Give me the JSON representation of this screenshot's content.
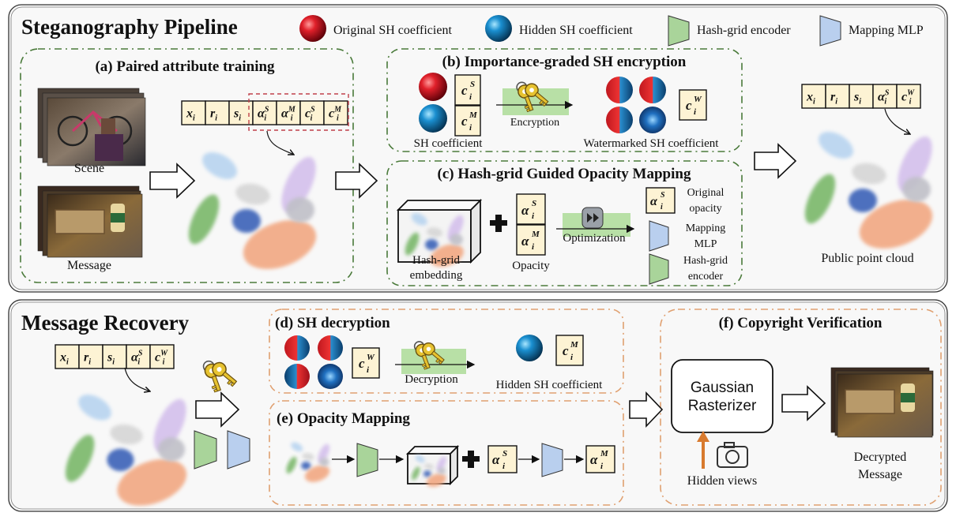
{
  "pipeline": {
    "title": "Steganography Pipeline",
    "legend": [
      {
        "label": "Original SH coefficient",
        "icon": "red-sphere-icon"
      },
      {
        "label": "Hidden SH coefficient",
        "icon": "blue-sphere-icon"
      },
      {
        "label": "Hash-grid encoder",
        "icon": "green-trapezoid-icon"
      },
      {
        "label": "Mapping MLP",
        "icon": "blue-trapezoid-icon"
      }
    ],
    "panel_a": {
      "title": "(a) Paired attribute training",
      "scene_label": "Scene",
      "message_label": "Message",
      "attributes": [
        "x_i",
        "r_i",
        "s_i",
        "α_i^S",
        "α_i^M",
        "c_i^S",
        "c_i^M"
      ]
    },
    "panel_b": {
      "title": "(b) Importance-graded SH encryption",
      "sh_label": "SH coefficient",
      "encryption_label": "Encryption",
      "watermarked_label": "Watermarked SH coefficient"
    },
    "panel_c": {
      "title": "(c) Hash-grid Guided Opacity Mapping",
      "embedding_label_1": "Hash-grid",
      "embedding_label_2": "embedding",
      "opacity_label": "Opacity",
      "optimization_label": "Optimization",
      "legend_original_1": "Original",
      "legend_original_2": "opacity",
      "legend_mlp_1": "Mapping",
      "legend_mlp_2": "MLP",
      "legend_encoder_1": "Hash-grid",
      "legend_encoder_2": "encoder"
    },
    "public": {
      "label": "Public point cloud",
      "attributes": [
        "x_i",
        "r_i",
        "s_i",
        "α_i^S",
        "c_i^W"
      ]
    }
  },
  "recovery": {
    "title": "Message Recovery",
    "attributes": [
      "x_i",
      "r_i",
      "s_i",
      "α_i^S",
      "c_i^W"
    ],
    "panel_d": {
      "title": "(d) SH decryption",
      "decryption_label": "Decryption",
      "hidden_label": "Hidden SH coefficient"
    },
    "panel_e": {
      "title": "(e) Opacity Mapping"
    },
    "panel_f": {
      "title": "(f) Copyright Verification",
      "rasterizer_1": "Gaussian",
      "rasterizer_2": "Rasterizer",
      "hidden_views": "Hidden views",
      "decrypted_1": "Decrypted",
      "decrypted_2": "Message"
    }
  },
  "colors": {
    "pipeline_title": "#3f7a3a",
    "recovery_title": "#c0262a",
    "green_dash": "#4a7a3a",
    "orange_dash": "#e0a070",
    "red_dash": "#c0404a",
    "attr_fill": "#fdf3d4",
    "trap_green": "#a9d49a",
    "trap_blue": "#b9cfee",
    "band_green": "#b8e0a6",
    "arrow_orange": "#d87a2e"
  }
}
